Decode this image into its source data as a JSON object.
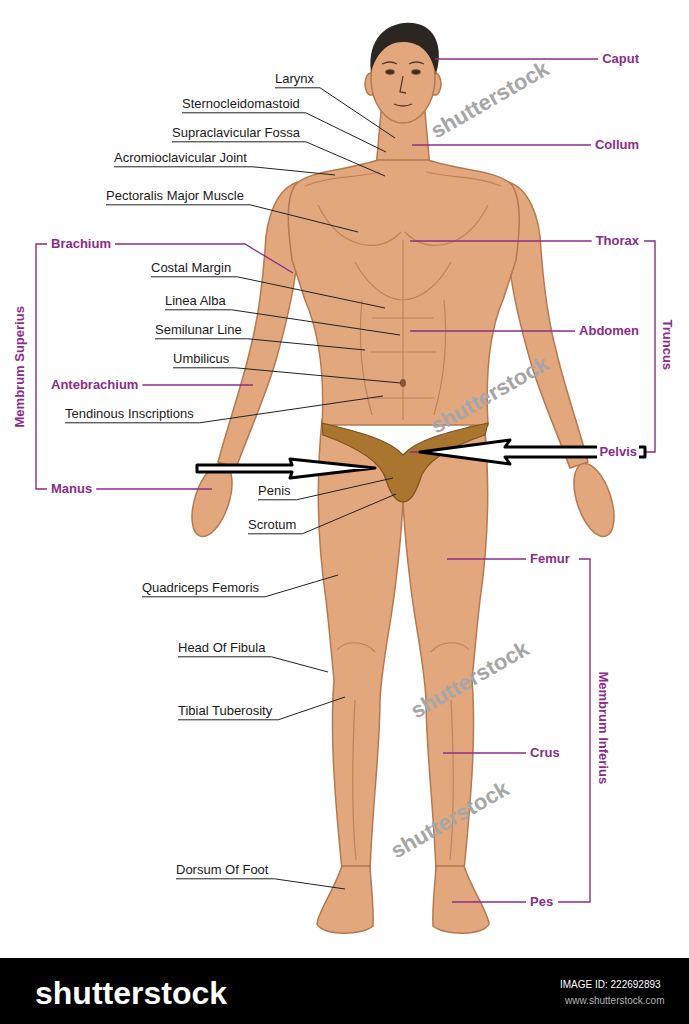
{
  "diagram": {
    "labels": [
      "Larynx",
      "Sternocleidomastoid",
      "Supraclavicular Fossa",
      "Acromioclavicular Joint",
      "Pectoralis Major Muscle",
      "Costal Margin",
      "Linea Alba",
      "Semilunar Line",
      "Umbilicus",
      "Tendinous Inscriptions",
      "Penis",
      "Scrotum",
      "Quadriceps Femoris",
      "Head Of Fibula",
      "Tibial Tuberosity",
      "Dorsum Of Foot",
      "Brachium",
      "Antebrachium",
      "Manus",
      "Membrum Superius",
      "Caput",
      "Collum",
      "Thorax",
      "Abdomen",
      "Truncus",
      "Pelvis",
      "Femur",
      "Crus",
      "Pes",
      "Membrum Inferius",
      "shutterstock",
      "shutterstock",
      "shutterstock",
      "shutterstock",
      "shutterstock",
      "IMAGE ID: 222692893",
      "www.shutterstock.com"
    ]
  }
}
